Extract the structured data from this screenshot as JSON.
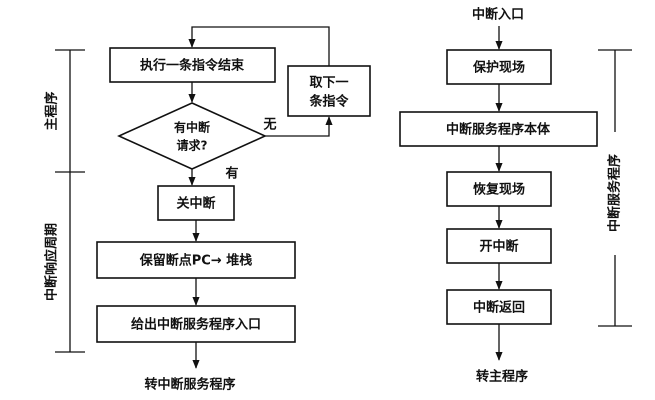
{
  "left": {
    "nodes": {
      "execute": "执行一条指令结束",
      "fetch_line1": "取下一",
      "fetch_line2": "条指令",
      "decision_line1": "有中断",
      "decision_line2": "请求?",
      "no_label": "无",
      "yes_label": "有",
      "disable": "关中断",
      "save_pc": "保留断点PC→ 堆栈",
      "give_entry": "给出中断服务程序入口",
      "end_text": "转中断服务程序"
    },
    "brackets": {
      "main_program": "主程序",
      "response_cycle": "中断响应周期"
    }
  },
  "right": {
    "nodes": {
      "entry": "中断入口",
      "protect": "保护现场",
      "service_body": "中断服务程序本体",
      "restore": "恢复现场",
      "enable": "开中断",
      "return": "中断返回",
      "end_text": "转主程序"
    },
    "bracket": "中断服务程序"
  }
}
